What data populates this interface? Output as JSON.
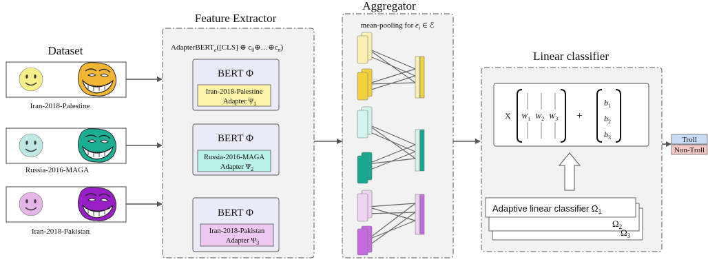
{
  "dataset": {
    "title": "Dataset",
    "items": [
      {
        "label": "Iran-2018-Palestine",
        "smiley_color": "#f6f08c",
        "troll_color": "#f2b634"
      },
      {
        "label": "Russia-2016-MAGA",
        "smiley_color": "#bfe8e4",
        "troll_color": "#1bae92"
      },
      {
        "label": "Iran-2018-Pakistan",
        "smiley_color": "#e4b5e6",
        "troll_color": "#9b1fc8"
      }
    ]
  },
  "feature_extractor": {
    "title": "Feature Extractor",
    "formula_prefix": "AdapterBERT",
    "formula_sub": "e",
    "formula_rest": "([CLS] ⊕ c",
    "formula_c0": "0",
    "formula_mid": "⊕…⊕c",
    "formula_cn": "n",
    "formula_end": ")",
    "bert_label": "BERT Φ",
    "adapters": [
      {
        "name": "Iran-2018-Palestine",
        "adapter": "Adapter Ψ",
        "sub": "1",
        "color": "#fdf3a8"
      },
      {
        "name": "Russia-2016-MAGA",
        "adapter": "Adapter Ψ",
        "sub": "2",
        "color": "#b9f0e8"
      },
      {
        "name": "Iran-2018-Pakistan",
        "adapter": "Adapter Ψ",
        "sub": "3",
        "color": "#efc8f2"
      }
    ]
  },
  "aggregator": {
    "title": "Aggregator",
    "subtitle_prefix": "mean-pooling for ",
    "subtitle_var": "e",
    "subtitle_sub": "i",
    "subtitle_suffix": " ∈ ℰ",
    "groups": [
      {
        "light": "#fbf0b0",
        "dark": "#f2d23a"
      },
      {
        "light": "#d4f4ef",
        "dark": "#16a890"
      },
      {
        "light": "#efd4f2",
        "dark": "#c56be0"
      }
    ]
  },
  "linear_classifier": {
    "title": "Linear classifier",
    "x_label": "X",
    "w_labels": [
      "W",
      "W",
      "W"
    ],
    "w_subs": [
      "1",
      "2",
      "3"
    ],
    "plus": "+",
    "b_labels": [
      "b",
      "b",
      "b"
    ],
    "b_subs": [
      "1",
      "2",
      "3"
    ],
    "adaptive_label": "Adaptive linear classifier Ω",
    "adaptive_sub": "1",
    "omega2": "Ω",
    "omega2_sub": "2",
    "omega3": "Ω",
    "omega3_sub": "3"
  },
  "output": {
    "troll": "Troll",
    "non_troll": "Non-Troll",
    "troll_color": "#c9dcf5",
    "non_troll_color": "#f6c7c7"
  }
}
